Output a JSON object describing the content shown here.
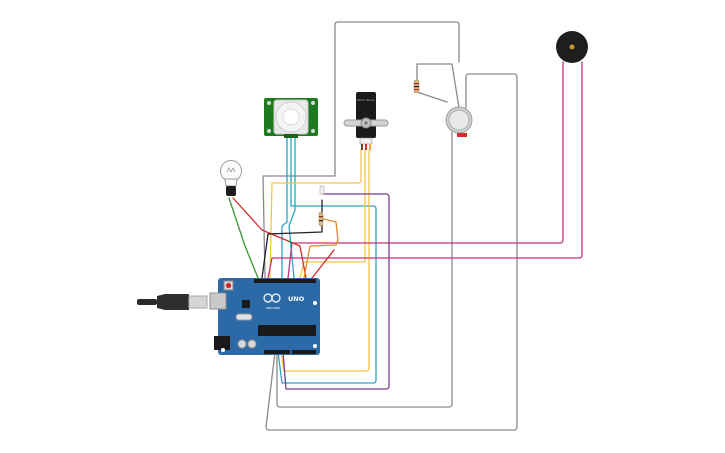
{
  "components": {
    "arduino": {
      "board_label": "UNO",
      "brand_label": "ARDUINO"
    },
    "servo": {
      "label": "Micro Servo"
    },
    "pir_sensor": {},
    "light_bulb": {},
    "potentiometer": {},
    "buzzer": {},
    "resistor_1": {},
    "resistor_2": {},
    "usb_cable": {}
  },
  "colors": {
    "background": "#ffffff",
    "arduino_board": "#2b6aa6",
    "pir_board": "#1e7a1e",
    "wire_gray": "#8a8a8a",
    "wire_blue": "#2ba3c4",
    "wire_yellow": "#f2c744",
    "wire_purple": "#7a3d8f",
    "wire_magenta": "#c2307a",
    "wire_red": "#d12b2b",
    "wire_green": "#3a9a2e",
    "wire_orange": "#e08a24",
    "wire_black": "#222222"
  }
}
